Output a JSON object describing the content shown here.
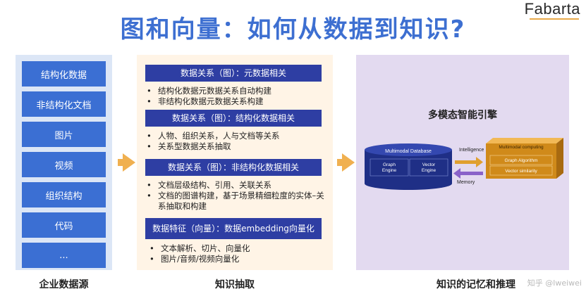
{
  "title": "图和向量：如何从数据到知识?",
  "logo": "Fabarta",
  "source": {
    "items": [
      "结构化数据",
      "非结构化文档",
      "图片",
      "视频",
      "组织结构",
      "代码",
      "..."
    ],
    "label": "企业数据源"
  },
  "extraction": {
    "label": "知识抽取",
    "sections": [
      {
        "header": "数据关系（图）：元数据相关",
        "bullets": [
          "结构化数据元数据关系自动构建",
          "非结构化数据元数据关系构建"
        ]
      },
      {
        "header": "数据关系（图）：结构化数据相关",
        "bullets": [
          "人物、组织关系，人与文档等关系",
          "关系型数据关系抽取"
        ]
      },
      {
        "header": "数据关系（图）：非结构化数据相关",
        "bullets": [
          "文档层级结构、引用、关联关系",
          "文档的图谱构建，基于场景精细粒度的实体–关系抽取和构建"
        ]
      },
      {
        "header": "数据特征（向量）：数据embedding向量化",
        "bullets": [
          "文本解析、切片、向量化",
          "图片/音频/视频向量化"
        ]
      }
    ]
  },
  "reasoning": {
    "label": "知识的记忆和推理",
    "engine_title": "多模态智能引擎",
    "database": {
      "title": "Multimodal Database",
      "left": "Graph Engine",
      "right": "Vector Engine"
    },
    "computing": {
      "title": "Multimodal computing",
      "items": [
        "Graph Algorithm",
        "Vector similarity"
      ]
    },
    "arrow_top": "Intelligence",
    "arrow_bottom": "Memory"
  },
  "watermark": "知乎 @lweiwei",
  "colors": {
    "title": "#3d6fd1",
    "source_item": "#3b6fd3",
    "header": "#2e3ea3",
    "arrow": "#f0b050",
    "cube": "#d08a1a",
    "cylinder": "#1f2f86"
  }
}
